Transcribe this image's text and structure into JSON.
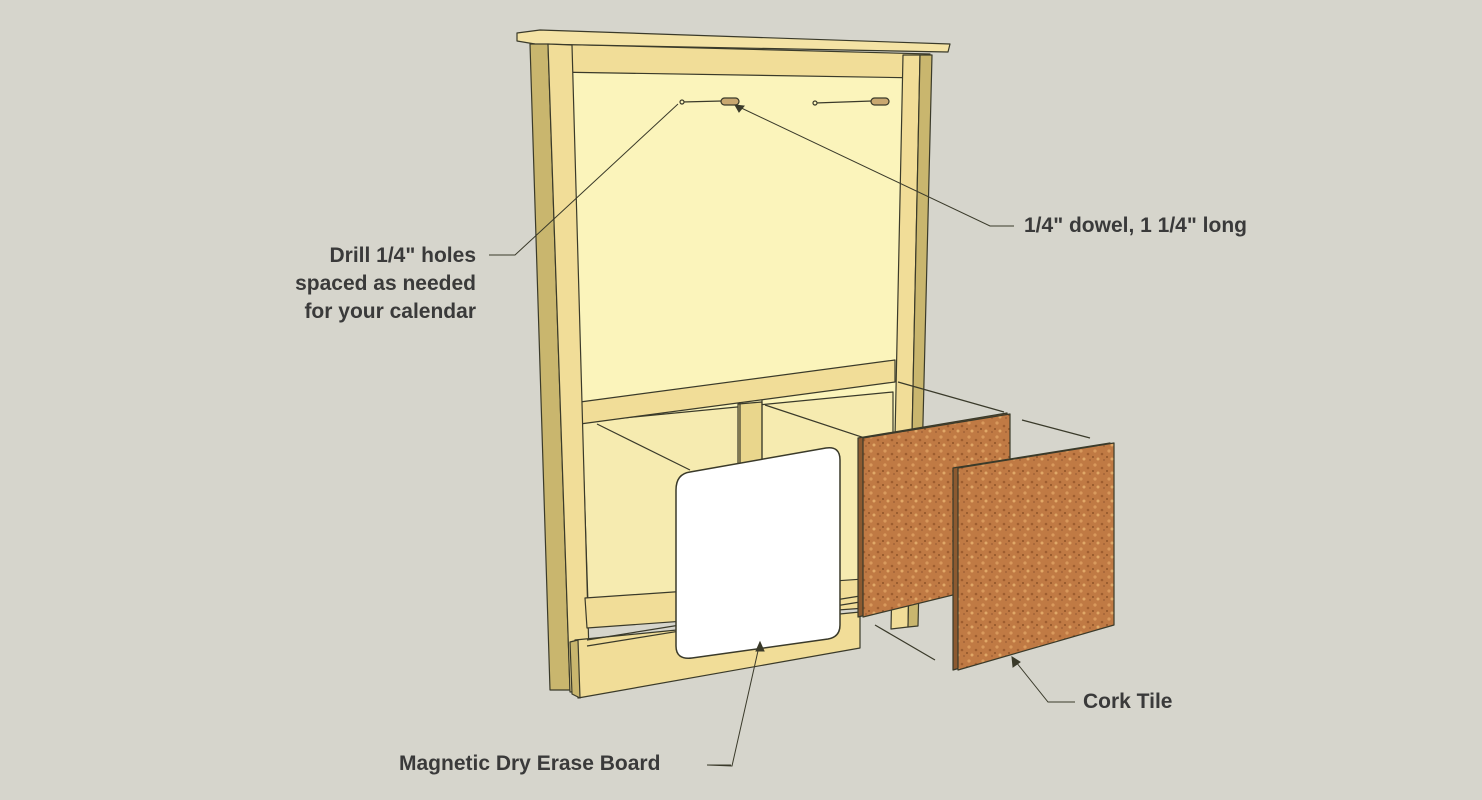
{
  "callouts": {
    "drill_holes": {
      "lines": [
        "Drill 1/4\" holes",
        "spaced as needed",
        "for your calendar"
      ]
    },
    "dowel": {
      "text": "1/4\" dowel, 1 1/4\" long"
    },
    "cork_tile": {
      "text": "Cork Tile"
    },
    "dry_erase_board": {
      "text": "Magnetic Dry Erase Board"
    }
  },
  "colors": {
    "background": "#d6d5cc",
    "frame_wood": "#f1dd98",
    "frame_shadow": "#c9b66e",
    "back_panel": "#fbf4bb",
    "cork": "#c07a44",
    "board": "#ffffff",
    "outline": "#3a3a2a",
    "text": "#3a3a3a"
  }
}
